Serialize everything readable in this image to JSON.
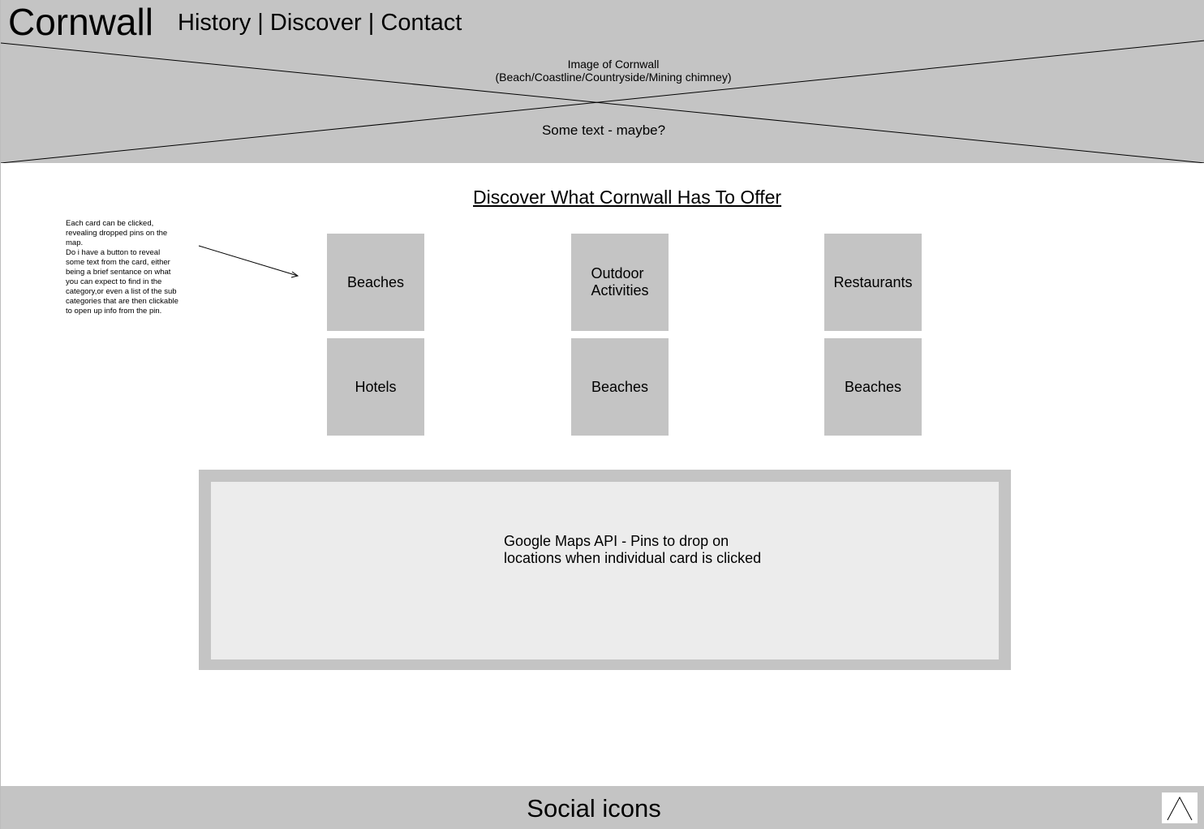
{
  "header": {
    "brand": "Cornwall",
    "nav": [
      {
        "label": "History"
      },
      {
        "label": "Discover"
      },
      {
        "label": "Contact"
      }
    ],
    "nav_separator": "|",
    "hero_caption_line1": "Image of Cornwall",
    "hero_caption_line2": "(Beach/Coastline/Countryside/Mining chimney)",
    "hero_text": "Some text - maybe?"
  },
  "main": {
    "title": "Discover What Cornwall Has To Offer",
    "note": [
      "Each card can be clicked, revealing dropped pins on the map.",
      "Do i have a button to reveal some text from the card, either being a brief sentance on what you can expect to find in the category,or even a list of the sub categories that are then clickable to open up info from the pin."
    ],
    "cards": [
      {
        "label_line1": "Beaches",
        "label_line2": ""
      },
      {
        "label_line1": "Outdoor",
        "label_line2": "Activities"
      },
      {
        "label_line1": "Restaurants",
        "label_line2": ""
      },
      {
        "label_line1": "Hotels",
        "label_line2": ""
      },
      {
        "label_line1": "Beaches",
        "label_line2": ""
      },
      {
        "label_line1": "Beaches",
        "label_line2": ""
      }
    ],
    "map": {
      "text_line1": "Google Maps API - Pins to drop on",
      "text_line2": "locations when individual card is clicked"
    }
  },
  "footer": {
    "text": "Social icons",
    "scroll_top_icon": "caret-up-icon"
  },
  "colors": {
    "placeholder_gray": "#c4c4c4",
    "map_fill": "#ececec",
    "background": "#ffffff"
  }
}
